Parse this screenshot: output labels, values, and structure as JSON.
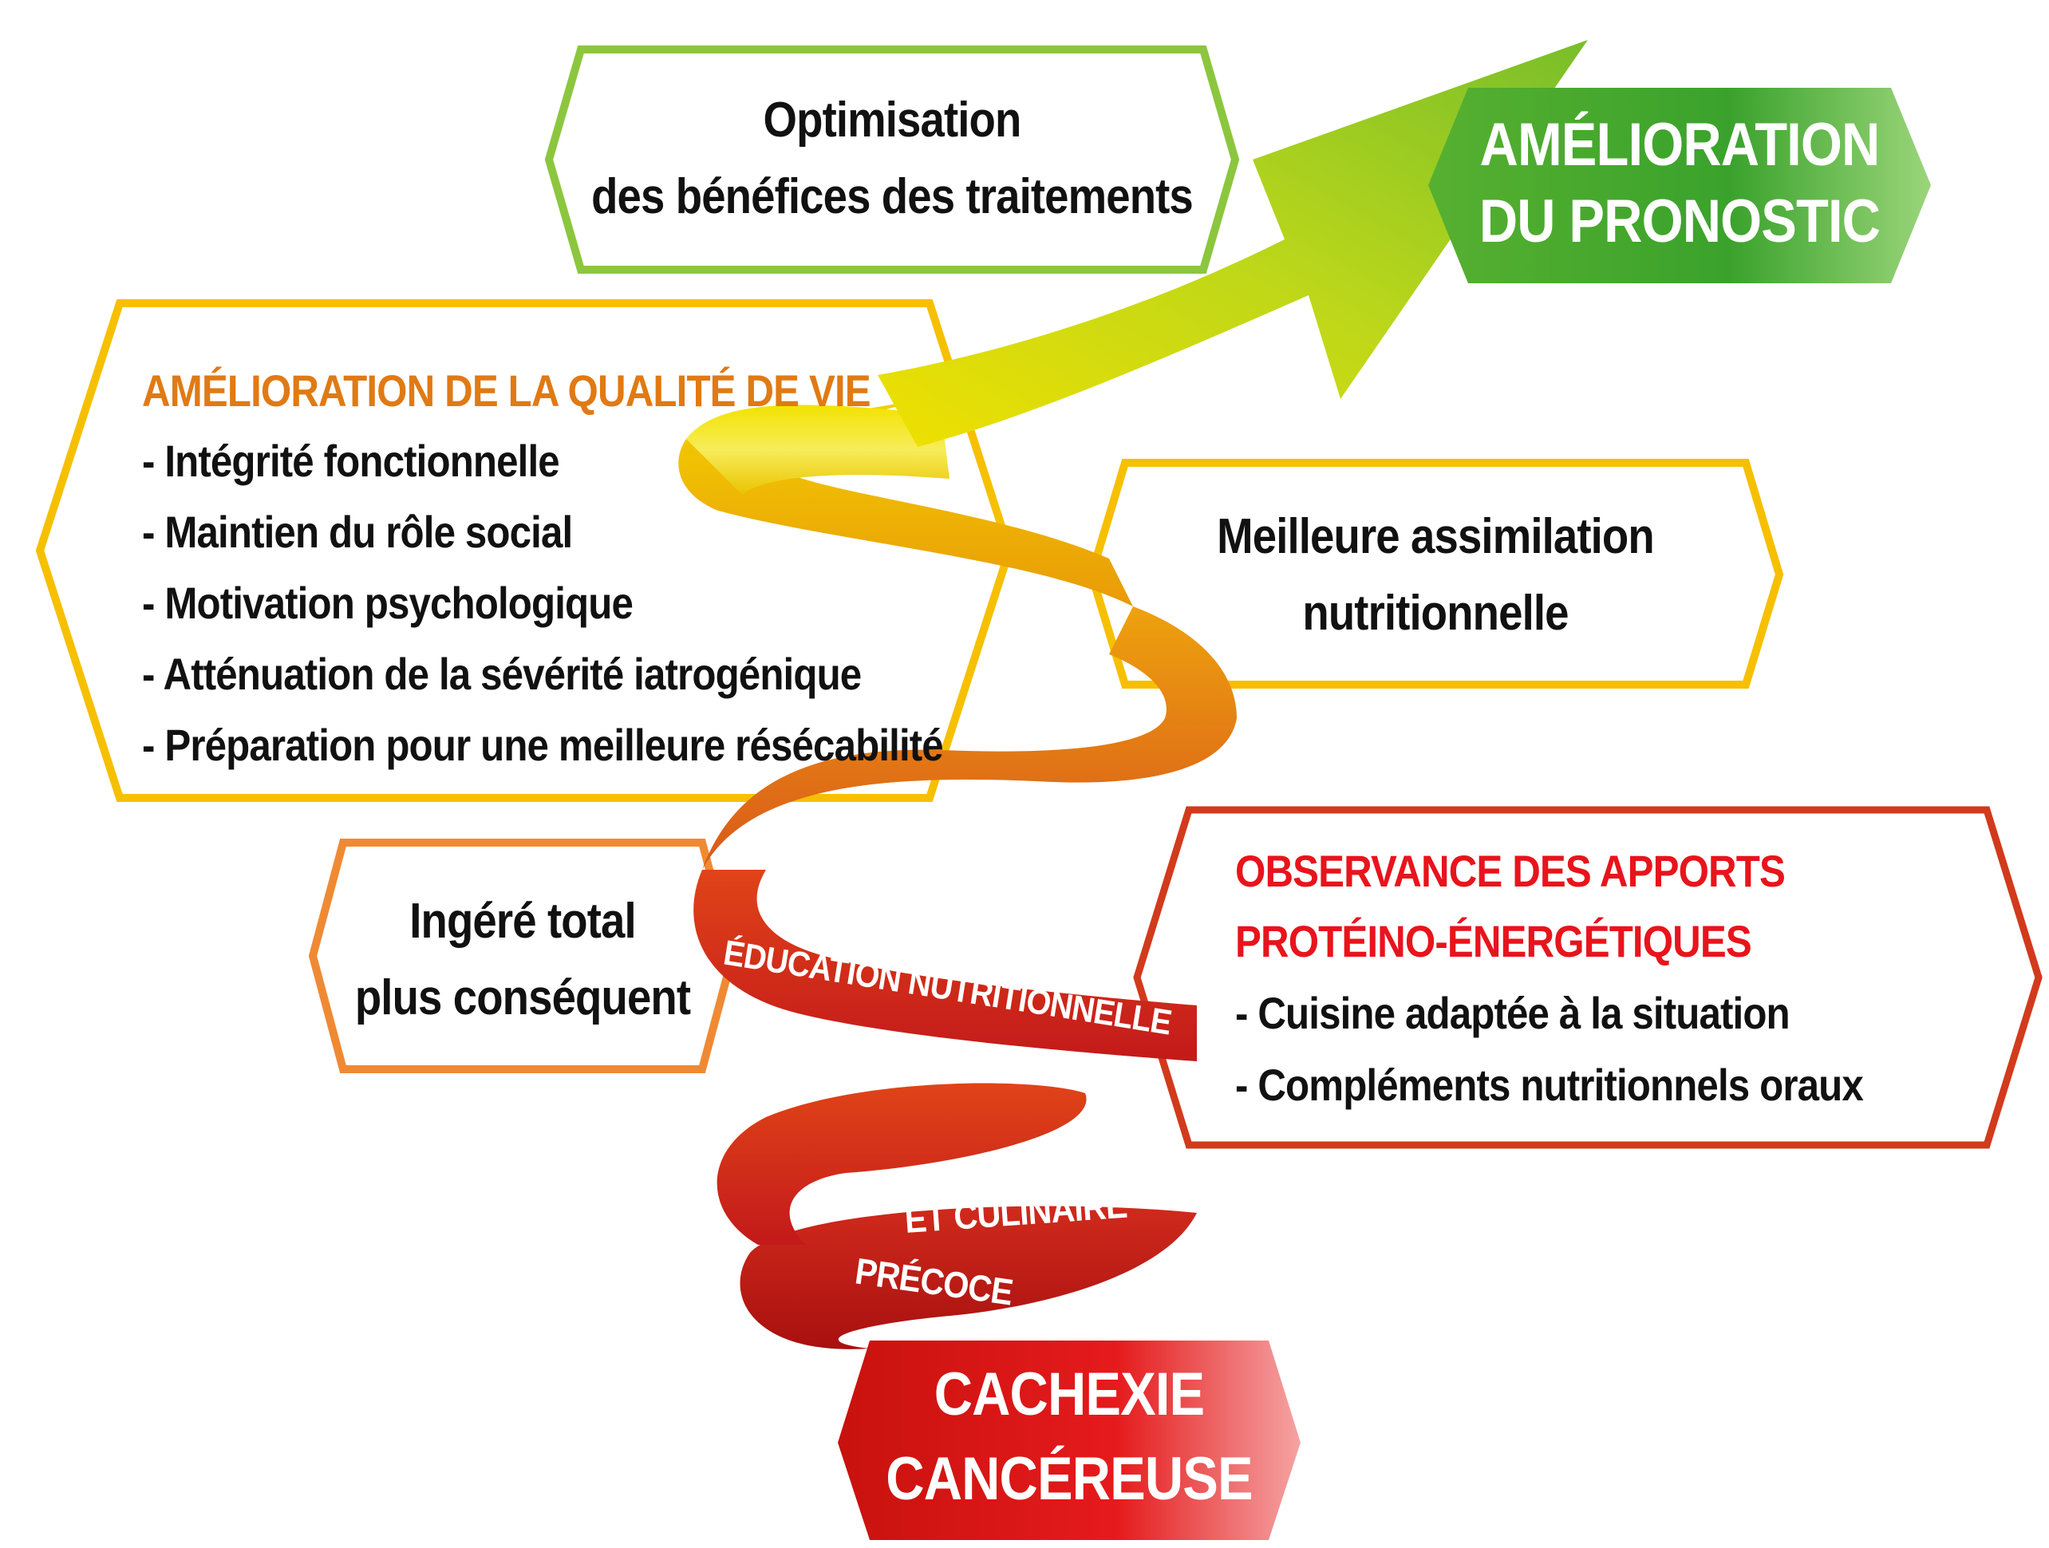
{
  "colors": {
    "green": "#8cc63e",
    "dark_green": "#2e9a2a",
    "yellow": "#f6c000",
    "orange": "#ef8a34",
    "dark_orange": "#e07a14",
    "red": "#d23a1c",
    "bright_red": "#e8141c"
  },
  "top_box": {
    "line1": "Optimisation",
    "line2": "des bénéfices des traitements"
  },
  "outcome": {
    "line1": "AMÉLIORATION",
    "line2": "DU PRONOSTIC"
  },
  "quality_of_life": {
    "title": "AMÉLIORATION DE LA QUALITÉ DE VIE",
    "items": [
      "- Intégrité fonctionnelle",
      "- Maintien du rôle social",
      "- Motivation psychologique",
      "- Atténuation de la sévérité iatrogénique",
      "- Préparation pour une meilleure résécabilité"
    ]
  },
  "assimilation": {
    "line1": "Meilleure assimilation",
    "line2": "nutritionnelle"
  },
  "intake": {
    "line1": "Ingéré total",
    "line2": "plus conséquent"
  },
  "compliance": {
    "title_line1": "OBSERVANCE DES APPORTS",
    "title_line2": "PROTÉINO-ÉNERGÉTIQUES",
    "items": [
      "- Cuisine adaptée à la situation",
      "- Compléments nutritionnels oraux"
    ]
  },
  "spiral": {
    "label1": "ÉDUCATION NUTRITIONNELLE",
    "label2": "ET CULINAIRE",
    "label3": "PRÉCOCE"
  },
  "origin": {
    "line1": "CACHEXIE",
    "line2": "CANCÉREUSE"
  }
}
